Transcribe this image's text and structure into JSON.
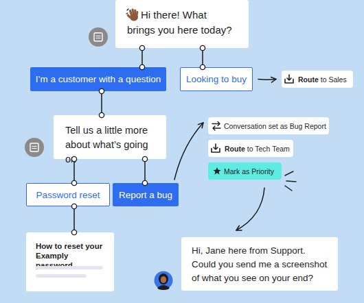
{
  "diagram": {
    "nodes": [
      {
        "text": [
          "Hi there! What brings you here today?"
        ]
      },
      {
        "text": [
          "I’m a customer with a question"
        ]
      },
      {
        "text": [
          "Looking to buy"
        ]
      },
      {
        "text": [
          "Route",
          "to Sales"
        ]
      },
      {
        "text": [
          "Tell us a little more about what’s going on"
        ]
      },
      {
        "text": [
          "Password reset"
        ]
      },
      {
        "text": [
          "Report a bug"
        ]
      },
      {
        "text": [
          "Conversation set as Bug Report"
        ]
      },
      {
        "text": [
          "Route",
          "to Tech Team"
        ]
      },
      {
        "text": [
          "Mark as Priority"
        ]
      },
      {
        "text": [
          "How to reset your Examply password"
        ]
      },
      {
        "text": [
          "Hi, Jane here from Support. Could you send me a screenshot of what you see on your end?"
        ]
      }
    ],
    "edges": [
      {
        "from": 0,
        "to": 1,
        "arrow": "none"
      },
      {
        "from": 0,
        "to": 2,
        "arrow": "none"
      },
      {
        "from": 2,
        "to": 3,
        "arrow": "to"
      },
      {
        "from": 1,
        "to": 4,
        "arrow": "none"
      },
      {
        "from": 4,
        "to": 5,
        "arrow": "none"
      },
      {
        "from": 4,
        "to": 6,
        "arrow": "none"
      },
      {
        "from": 6,
        "to": 7,
        "arrow": "to"
      },
      {
        "from": 5,
        "to": 10,
        "arrow": "none"
      },
      {
        "from": 9,
        "to": 11,
        "arrow": "to"
      }
    ]
  }
}
